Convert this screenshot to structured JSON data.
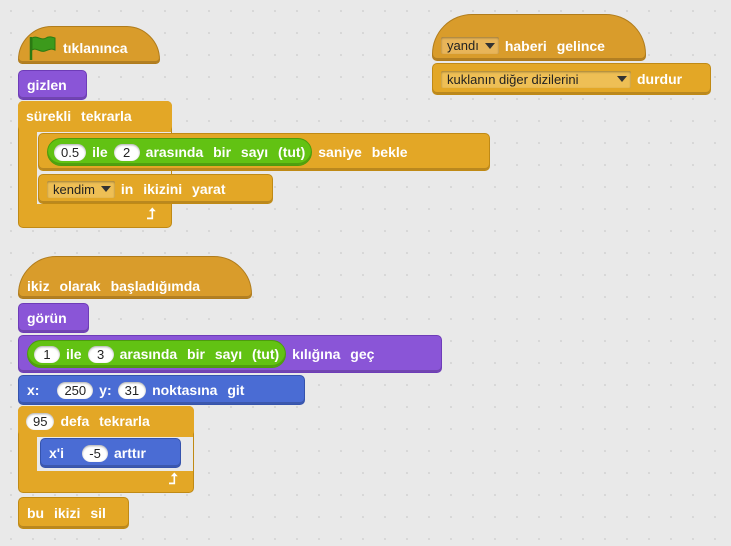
{
  "script1": {
    "hat_label": "tıklanınca",
    "hide_label": "gizlen",
    "forever_label": "sürekli tekrarla",
    "wait": {
      "min": "0.5",
      "ile": "ile",
      "max": "2",
      "range_text": "arasında bir sayı (tut)",
      "suffix": "saniye bekle"
    },
    "clone": {
      "target": "kendim",
      "suffix": "in ikizini yarat"
    }
  },
  "script2": {
    "hat_label": "ikiz olarak başladığımda",
    "show_label": "görün",
    "costume": {
      "min": "1",
      "ile": "ile",
      "max": "3",
      "range_text": "arasında bir sayı (tut)",
      "suffix": "kılığına geç"
    },
    "goto": {
      "x_label": "x:",
      "x": "250",
      "y_label": "y:",
      "y": "31",
      "suffix": "noktasına git"
    },
    "repeat": {
      "count": "95",
      "label": "defa tekrarla"
    },
    "change": {
      "label": "x'i",
      "value": "-5",
      "suffix": "arttır"
    },
    "delete_label": "bu ikizi sil"
  },
  "script3": {
    "message": "yandı",
    "hat_suffix": "haberi gelince",
    "stop_option": "kuklanın diğer dizilerini",
    "stop_suffix": "durdur"
  },
  "colors": {
    "events": "#d99c2b",
    "control": "#e3a726",
    "looks": "#8a55d7",
    "motion": "#4a6cd4",
    "operators": "#62c213",
    "flag": "#3c9a1c"
  }
}
